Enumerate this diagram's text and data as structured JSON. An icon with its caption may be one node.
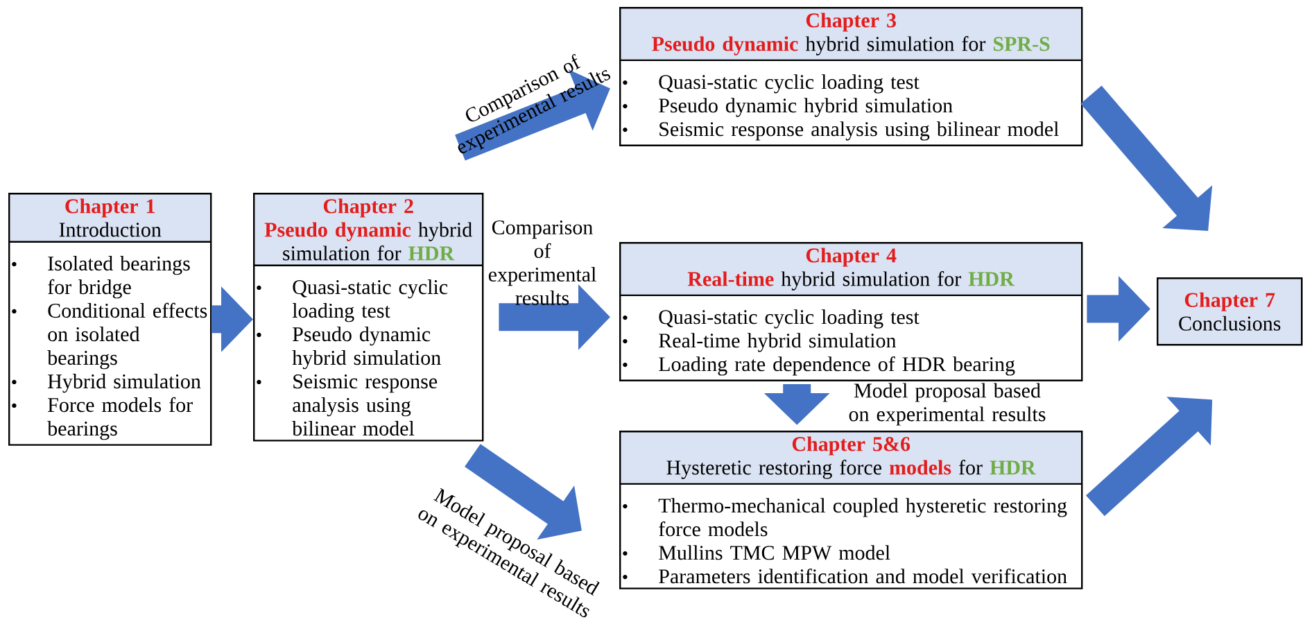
{
  "diagram": {
    "nodes": [
      {
        "text": [
          "Chapter 1",
          "Introduction",
          "Isolated bearings for bridge",
          "Conditional effects on isolated bearings",
          "Hybrid simulation",
          "Force models for bearings"
        ]
      },
      {
        "text": [
          "Chapter 2",
          "**Pseudo dynamic** hybrid simulation for **HDR**",
          "Quasi-static cyclic loading test",
          "Pseudo dynamic hybrid simulation",
          "Seismic response analysis using bilinear model"
        ]
      },
      {
        "text": [
          "Chapter 3",
          "**Pseudo dynamic** hybrid simulation for **SPR-S**",
          "Quasi-static cyclic loading test",
          "Pseudo dynamic hybrid simulation",
          "Seismic response analysis using bilinear model"
        ]
      },
      {
        "text": [
          "Chapter 4",
          "**Real-time** hybrid simulation for **HDR**",
          "Quasi-static cyclic loading test",
          "Real-time hybrid simulation",
          "Loading rate dependence of HDR bearing"
        ]
      },
      {
        "text": [
          "Chapter 5&6",
          "Hysteretic restoring force **models** for **HDR**",
          "Thermo-mechanical coupled hysteretic restoring force models",
          "Mullins TMC MPW model",
          "Parameters identification and model verification"
        ]
      },
      {
        "text": [
          "Chapter 7",
          "Conclusions"
        ]
      }
    ],
    "edges": [
      {
        "from": 0,
        "to": 1,
        "arrow": "to"
      },
      {
        "from": 1,
        "to": 2,
        "arrow": "to",
        "label": "Comparison of experimental results"
      },
      {
        "from": 1,
        "to": 3,
        "arrow": "to",
        "label": "Comparison of experimental results"
      },
      {
        "from": 1,
        "to": 4,
        "arrow": "to",
        "label": "Model proposal based on experimental results"
      },
      {
        "from": 3,
        "to": 4,
        "arrow": "to",
        "label": "Model proposal based on experimental results"
      },
      {
        "from": 2,
        "to": 5,
        "arrow": "to"
      },
      {
        "from": 3,
        "to": 5,
        "arrow": "to"
      },
      {
        "from": 4,
        "to": 5,
        "arrow": "to"
      }
    ]
  }
}
